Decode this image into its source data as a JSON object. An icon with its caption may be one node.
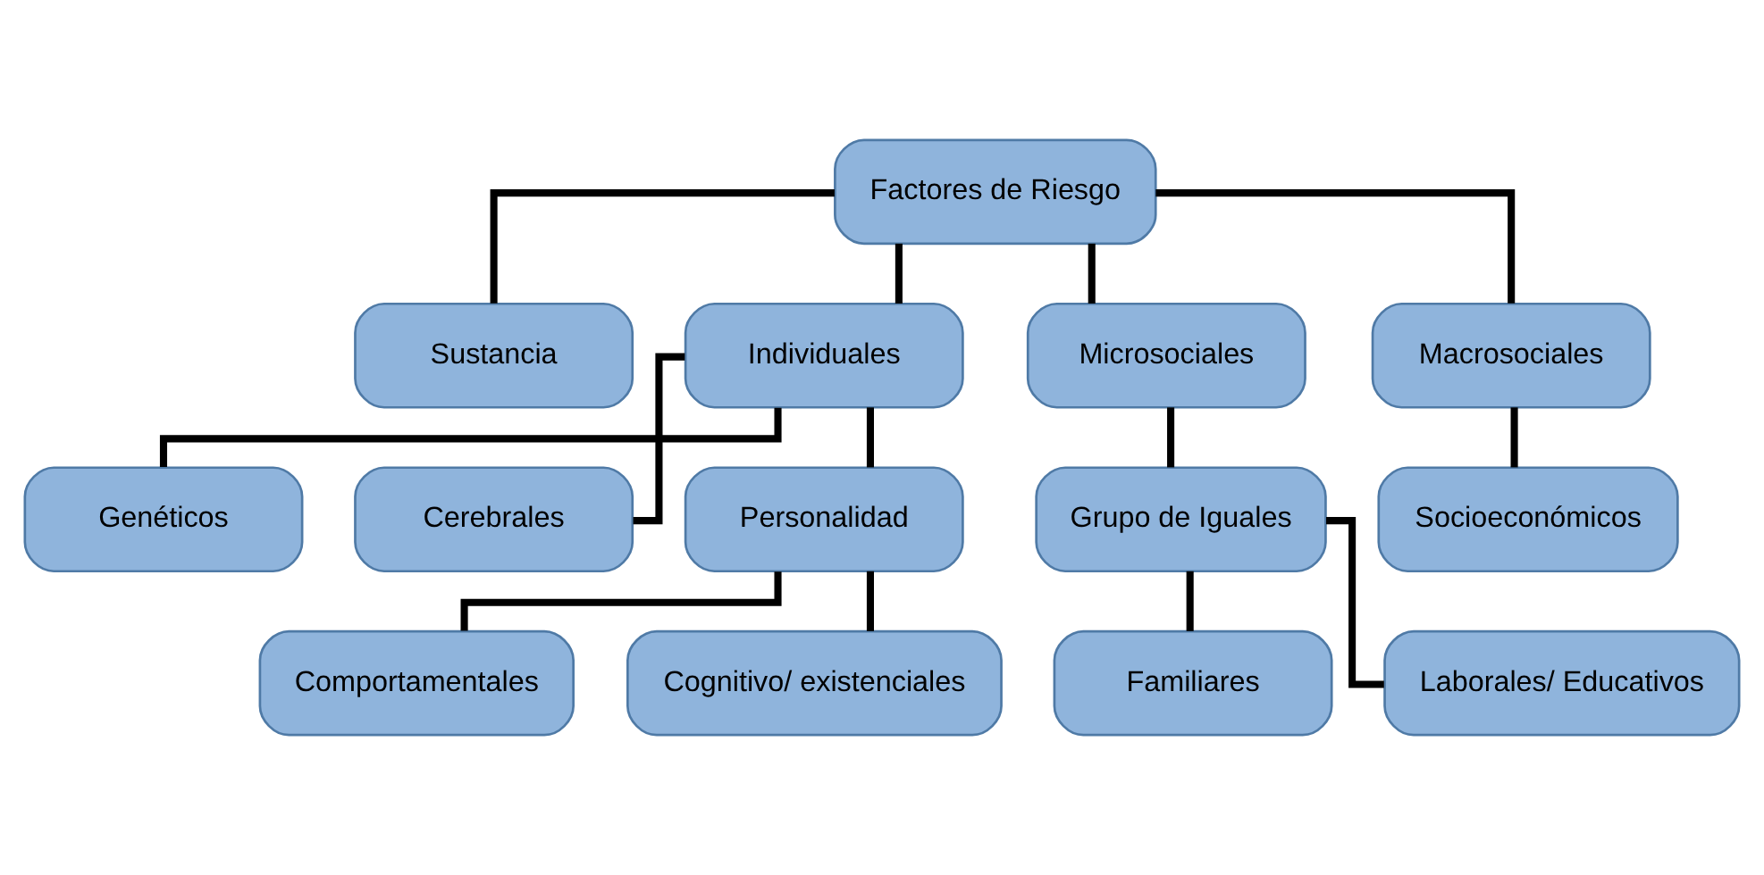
{
  "diagram": {
    "nodes": [
      {
        "text": [
          "Factores de Riesgo"
        ]
      },
      {
        "text": [
          "Sustancia"
        ]
      },
      {
        "text": [
          "Individuales"
        ]
      },
      {
        "text": [
          "Microsociales"
        ]
      },
      {
        "text": [
          "Macrosociales"
        ]
      },
      {
        "text": [
          "Genéticos"
        ]
      },
      {
        "text": [
          "Cerebrales"
        ]
      },
      {
        "text": [
          "Grupo de Iguales"
        ]
      },
      {
        "text": [
          "Socioeconómicos"
        ]
      },
      {
        "text": [
          "Personalidad"
        ]
      },
      {
        "text": [
          "Familiares"
        ]
      },
      {
        "text": [
          "Comportamentales"
        ]
      },
      {
        "text": [
          "Cognitivo/ existenciales"
        ]
      },
      {
        "text": [
          "Laborales/ Educativos"
        ]
      }
    ],
    "edges": [
      {
        "from": 0,
        "to": 1,
        "arrow": "none"
      },
      {
        "from": 0,
        "to": 2,
        "arrow": "none"
      },
      {
        "from": 0,
        "to": 3,
        "arrow": "none"
      },
      {
        "from": 0,
        "to": 4,
        "arrow": "none"
      },
      {
        "from": 2,
        "to": 5,
        "arrow": "none"
      },
      {
        "from": 2,
        "to": 6,
        "arrow": "none"
      },
      {
        "from": 2,
        "to": 9,
        "arrow": "none"
      },
      {
        "from": 3,
        "to": 7,
        "arrow": "none"
      },
      {
        "from": 4,
        "to": 8,
        "arrow": "none"
      },
      {
        "from": 9,
        "to": 11,
        "arrow": "none"
      },
      {
        "from": 9,
        "to": 12,
        "arrow": "none"
      },
      {
        "from": 7,
        "to": 10,
        "arrow": "none"
      },
      {
        "from": 7,
        "to": 13,
        "arrow": "none"
      }
    ]
  }
}
